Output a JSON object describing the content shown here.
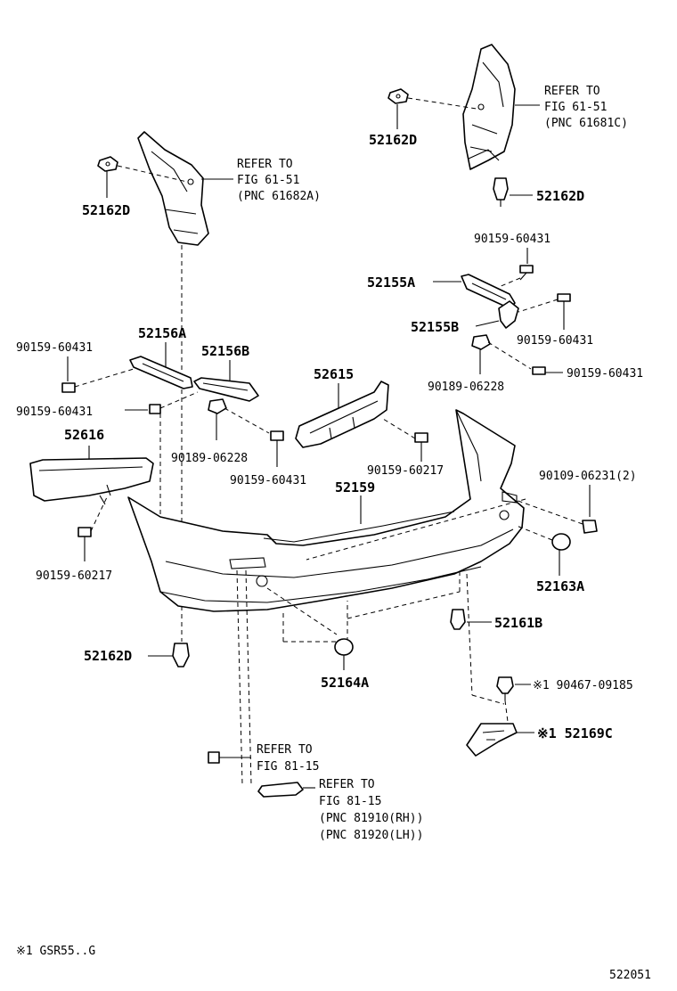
{
  "parts": {
    "p52162D_a": "52162D",
    "p52162D_b": "52162D",
    "p52162D_c": "52162D",
    "p52162D_d": "52162D",
    "p90159_60431_a": "90159-60431",
    "p52155A": "52155A",
    "p52155B": "52155B",
    "p90159_60431_b": "90159-60431",
    "p90159_60431_c": "90159-60431",
    "p90189_06228_a": "90189-06228",
    "p52156A": "52156A",
    "p52156B": "52156B",
    "p90159_60431_d": "90159-60431",
    "p90159_60431_e": "90159-60431",
    "p52615": "52615",
    "p52616": "52616",
    "p90189_06228_b": "90189-06228",
    "p90159_60431_f": "90159-60431",
    "p90159_60217_a": "90159-60217",
    "p52159": "52159",
    "p90109_06231": "90109-06231(2)",
    "p90159_60217_b": "90159-60217",
    "p52163A": "52163A",
    "p52161B": "52161B",
    "p52164A": "52164A",
    "p90467_09185": "※1 90467-09185",
    "p52169C": "※1 52169C"
  },
  "refs": {
    "top_right": [
      "REFER TO",
      "FIG 61-51",
      "(PNC 61681C)"
    ],
    "top_left": [
      "REFER TO",
      "FIG 61-51",
      "(PNC 61682A)"
    ],
    "bottom_a": [
      "REFER TO",
      "FIG 81-15"
    ],
    "bottom_b": [
      "REFER TO",
      "FIG 81-15",
      "(PNC 81910(RH))",
      "(PNC 81920(LH))"
    ]
  },
  "footnote": "※1 GSR55..G",
  "diagram_id": "522051"
}
